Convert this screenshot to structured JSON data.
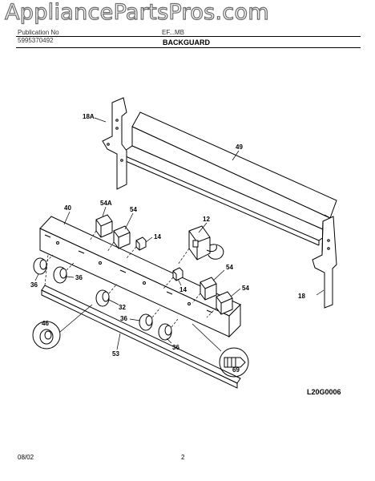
{
  "watermark": "AppliancePartsPros.com",
  "header": {
    "line1": "Publication No",
    "line2": "5995370492",
    "model": "EF...MB",
    "section_title": "BACKGUARD"
  },
  "footer": {
    "date": "08/02",
    "page": "2"
  },
  "diagram_code": "L20G0006",
  "callouts": {
    "p18a": "18A",
    "p49": "49",
    "p54a": "54A",
    "p54_top": "54",
    "p40": "40",
    "p14_top": "14",
    "p12": "12",
    "p54_mid": "54",
    "p54_low": "54",
    "p14_mid": "14",
    "p18": "18",
    "p36_a": "36",
    "p36_b": "36",
    "p32": "32",
    "p36_c": "36",
    "p36_d": "36",
    "p46": "46",
    "p53": "53",
    "p69": "69"
  }
}
